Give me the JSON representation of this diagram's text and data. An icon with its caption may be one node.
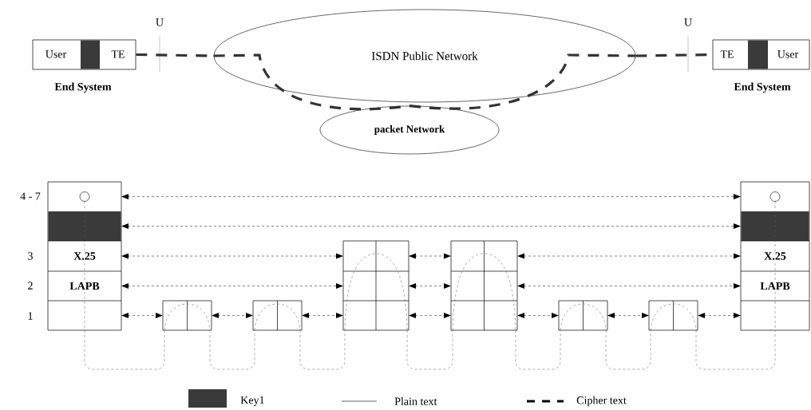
{
  "diagram": {
    "nodes": [
      {
        "text": [
          "User",
          "TE",
          "End System"
        ]
      },
      {
        "text": [
          "ISDN Public Network"
        ]
      },
      {
        "text": [
          "packet Network"
        ]
      },
      {
        "text": [
          "TE",
          "User",
          "End System"
        ]
      },
      {
        "text": [
          "X.25",
          "LAPB"
        ]
      },
      {
        "text": [],
        "shape": "box"
      },
      {
        "text": [],
        "shape": "box"
      },
      {
        "text": [],
        "shape": "box"
      },
      {
        "text": [],
        "shape": "box"
      },
      {
        "text": [],
        "shape": "box"
      },
      {
        "text": [],
        "shape": "box"
      },
      {
        "text": [
          "X.25",
          "LAPB"
        ]
      }
    ],
    "edges": [
      {
        "from": 0,
        "to": 1,
        "arrow": "none",
        "style": "dashed"
      },
      {
        "from": 1,
        "to": 2,
        "arrow": "none",
        "style": "dashed"
      },
      {
        "from": 4,
        "to": 11,
        "arrow": "both"
      },
      {
        "from": 4,
        "to": 11,
        "arrow": "both"
      },
      {
        "from": 4,
        "to": 7,
        "arrow": "both"
      },
      {
        "from": 7,
        "to": 8,
        "arrow": "both"
      },
      {
        "from": 8,
        "to": 11,
        "arrow": "both"
      },
      {
        "from": 4,
        "to": 7,
        "arrow": "both"
      },
      {
        "from": 7,
        "to": 8,
        "arrow": "both"
      },
      {
        "from": 8,
        "to": 11,
        "arrow": "both"
      },
      {
        "from": 4,
        "to": 5,
        "arrow": "both"
      },
      {
        "from": 5,
        "to": 6,
        "arrow": "both"
      },
      {
        "from": 6,
        "to": 7,
        "arrow": "both"
      },
      {
        "from": 7,
        "to": 8,
        "arrow": "both"
      },
      {
        "from": 8,
        "to": 9,
        "arrow": "both"
      },
      {
        "from": 9,
        "to": 10,
        "arrow": "both"
      },
      {
        "from": 10,
        "to": 11,
        "arrow": "both"
      },
      {
        "from": 4,
        "to": 5,
        "arrow": "none"
      },
      {
        "from": 5,
        "to": 6,
        "arrow": "none"
      },
      {
        "from": 6,
        "to": 7,
        "arrow": "none"
      },
      {
        "from": 7,
        "to": 8,
        "arrow": "none"
      },
      {
        "from": 8,
        "to": 9,
        "arrow": "none"
      },
      {
        "from": 9,
        "to": 10,
        "arrow": "none"
      },
      {
        "from": 10,
        "to": 11,
        "arrow": "none"
      },
      {
        "from": 2,
        "to": 1,
        "arrow": "none",
        "style": "dashed"
      },
      {
        "from": 1,
        "to": 3,
        "arrow": "none",
        "style": "dashed"
      }
    ],
    "labels": [
      "U",
      "U",
      "4 - 7",
      "3",
      "2",
      "1"
    ],
    "legend": [
      {
        "text": "Key1",
        "color": "#3a3a3a"
      },
      {
        "text": "Plain text"
      },
      {
        "text": "Cipher text"
      }
    ]
  }
}
